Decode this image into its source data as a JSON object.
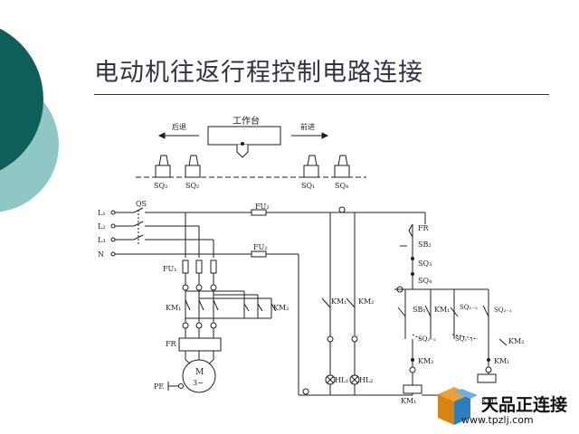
{
  "slide": {
    "title": "电动机往返行程控制电路连接",
    "colors": {
      "decor_dark": "#0e5f5a",
      "decor_light": "#8fc6c6",
      "line": "#1f1f1f"
    }
  },
  "mechanism": {
    "table_label": "工作台",
    "left_direction": "后退",
    "right_direction": "前进",
    "switch_labels": [
      "SQ₃",
      "SQ₂",
      "SQ₁",
      "SQ₄"
    ]
  },
  "main_circuit": {
    "line_labels": [
      "L₁",
      "L₂",
      "L₃",
      "N"
    ],
    "breaker_label": "QS",
    "fuse_main_label": "FU₁",
    "fuse_ctrl_label_1": "FU₂",
    "fuse_ctrl_label_2": "FU₂",
    "contactor_km1": "KM₁",
    "contactor_km2": "KM₂",
    "overload_label": "FR",
    "motor_label": "M",
    "motor_sub": "3~",
    "ground_label": "PE"
  },
  "lamp_circuit": {
    "km1_label": "KM₁",
    "km2_label": "KM₂",
    "hl1_label": "HL₁",
    "hl2_label": "HL₂"
  },
  "control_circuit": {
    "fr_label": "FR",
    "sb2_label": "SB₂",
    "sq3_label": "SQ₃",
    "sq4_label": "SQ₄",
    "sb1_label": "SB₁",
    "km1_aux_label": "KM₁",
    "sq1_2_label": "SQ₁₋₂",
    "sq2_1_label": "SQ₂₋₁",
    "sq2_2_label": "SQ₂₋₂",
    "sq1_1_label": "SQ₁₋₁",
    "km2_label": "KM₂",
    "km2_coil_label": "KM₂",
    "km1_label": "KM₁",
    "km1_bottom_label": "KM₁",
    "km2_bottom_label": "KM₂"
  },
  "brand": {
    "name": "天品正连接",
    "url": "www.tpzlj.com",
    "colors": {
      "orange": "#f0a030",
      "blue": "#2a7fc0"
    }
  }
}
